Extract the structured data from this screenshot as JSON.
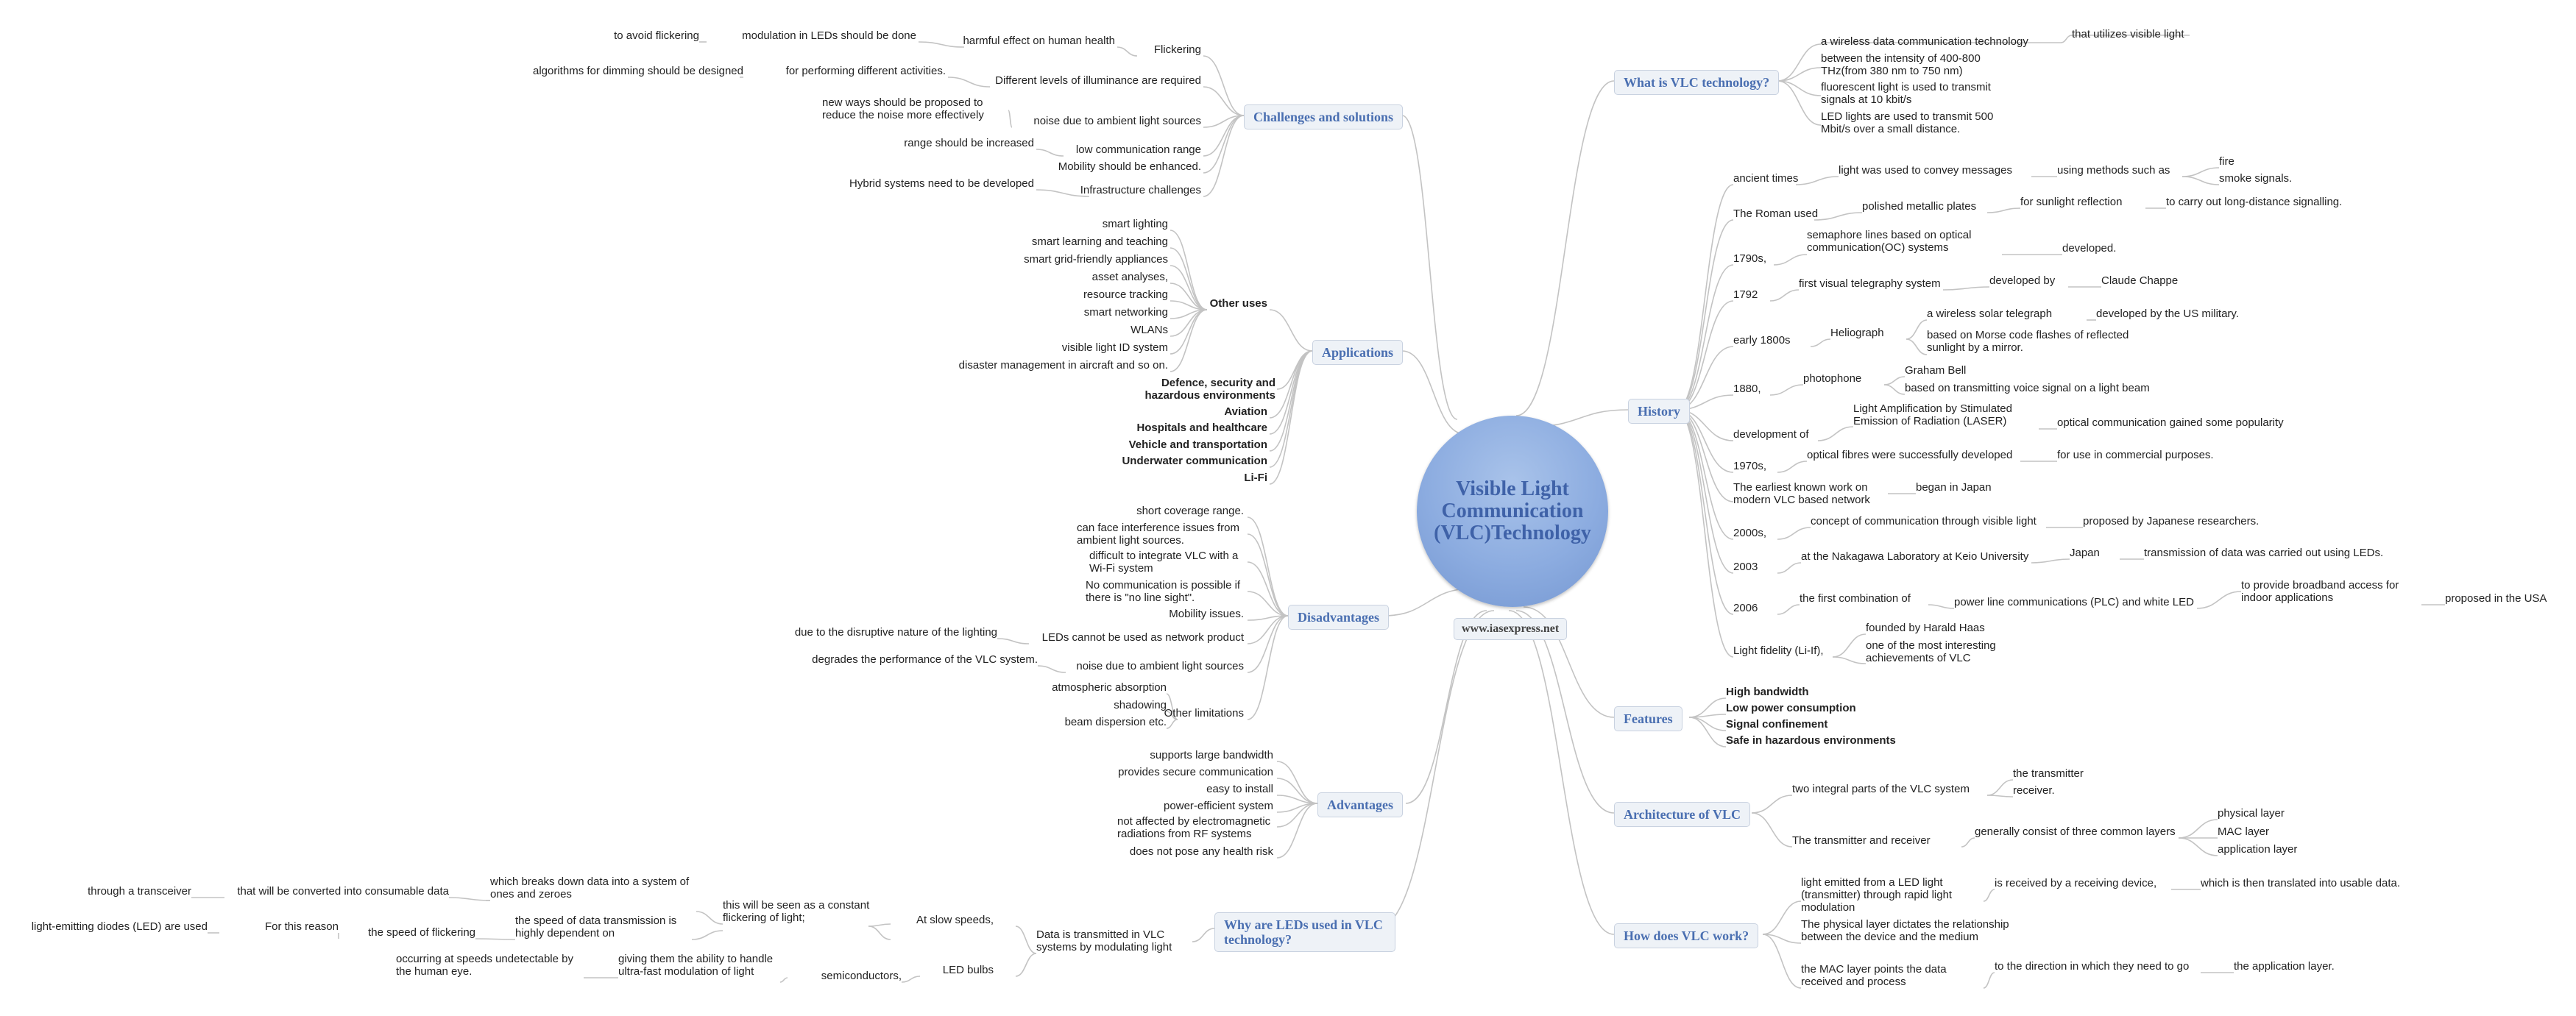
{
  "center": {
    "title": "Visible Light Communication (VLC)Technology",
    "site": "www.iasexpress.net"
  },
  "branches": {
    "what_is": "What is VLC technology?",
    "history": "History",
    "features": "Features",
    "architecture": "Architecture of VLC",
    "how_work": "How does VLC work?",
    "why_leds": "Why are LEDs used in VLC technology?",
    "advantages": "Advantages",
    "disadvantages": "Disadvantages",
    "applications": "Applications",
    "challenges": "Challenges and solutions"
  },
  "nodes": {
    "what1": "a wireless data communication technology",
    "what1a": "that utilizes visible light",
    "what2": "between the intensity of 400-800 THz(from 380 nm to 750 nm)",
    "what3": "fluorescent light is used to transmit signals at 10 kbit/s",
    "what4": "LED lights are used to transmit 500 Mbit/s over a small distance.",
    "h_ancient": "ancient times",
    "h_ancient1": "light was used to convey messages",
    "h_ancient2": "using methods such as",
    "h_fire": "fire",
    "h_smoke": "smoke signals.",
    "h_roman": "The Roman used",
    "h_roman1": "polished metallic plates",
    "h_roman2": "for sunlight reflection",
    "h_roman3": "to carry out long-distance signalling.",
    "h_1790": "1790s,",
    "h_1790a": "semaphore lines based on optical communication(OC) systems",
    "h_1790b": "developed.",
    "h_1792": "1792",
    "h_1792a": "first visual telegraphy system",
    "h_1792b": "developed by",
    "h_1792c": "Claude Chappe",
    "h_1800": "early 1800s",
    "h_helio": "Heliograph",
    "h_helio1": "a wireless solar telegraph",
    "h_helio1a": "developed by the US military.",
    "h_helio2": "based on Morse code flashes of reflected sunlight by a mirror.",
    "h_1880": "1880,",
    "h_photo": "photophone",
    "h_photo1": "Graham Bell",
    "h_photo2": "based on transmitting voice signal on a light beam",
    "h_devof": "development of",
    "h_laser": "Light Amplification by Stimulated Emission of Radiation (LASER)",
    "h_laser2": "optical communication gained some popularity",
    "h_1970": "1970s,",
    "h_1970a": "optical fibres were successfully developed",
    "h_1970b": "for use in commercial purposes.",
    "h_earliest": "The earliest known work on modern VLC based network",
    "h_earliest2": "began in Japan",
    "h_2000": "2000s,",
    "h_2000a": "concept of communication through visible light",
    "h_2000b": "proposed by Japanese researchers.",
    "h_2003": "2003",
    "h_2003a": "at the Nakagawa Laboratory at Keio University",
    "h_2003b": "Japan",
    "h_2003c": "transmission of data was carried out using LEDs.",
    "h_2006": "2006",
    "h_2006a": "the first combination of",
    "h_2006b": "power line communications (PLC) and white LED",
    "h_2006c": "to provide broadband access for indoor applications",
    "h_2006d": "proposed in the USA",
    "h_lifi": "Light fidelity (Li-If),",
    "h_lifi1": "founded by Harald Haas",
    "h_lifi2": "one of the most interesting achievements of VLC",
    "f1": "High bandwidth",
    "f2": "Low power consumption",
    "f3": "Signal confinement",
    "f4": "Safe in hazardous environments",
    "a1": "two integral parts of the VLC system",
    "a1a": "the transmitter",
    "a1b": "receiver.",
    "a2": "The transmitter and receiver",
    "a2a": "generally consist of three common layers",
    "a_phy": "physical layer",
    "a_mac": "MAC layer",
    "a_app": "application layer",
    "w1": "light emitted from a LED light (transmitter) through rapid light modulation",
    "w1a": "is received by a receiving device,",
    "w1b": "which is then translated into usable data.",
    "w2": "The physical layer dictates the relationship between the device and the medium",
    "w3": "the MAC layer points the data received and process",
    "w3a": "to the direction in which they need to go",
    "w3b": "the application layer.",
    "l_data": "Data is transmitted in VLC systems by modulating light",
    "l_slow": "At slow speeds,",
    "l_constant": "this will be seen as a constant flickering of light;",
    "l_break": "which breaks down data into a system of ones and zeroes",
    "l_conv": "that will be converted into consumable data",
    "l_trans": "through a transceiver",
    "l_speed": "the speed of data transmission is highly dependent on",
    "l_flick": "the speed of flickering",
    "l_reason": "For this reason",
    "l_ledused": "light-emitting diodes (LED) are used",
    "l_bulbs": "LED bulbs",
    "l_semi": "semiconductors,",
    "l_ability": "giving them the ability to handle ultra-fast modulation of light",
    "l_undet": "occurring at speeds undetectable by the human eye.",
    "adv1": "supports large bandwidth",
    "adv2": "provides secure communication",
    "adv3": "easy to install",
    "adv4": "power-efficient system",
    "adv5": "not affected by electromagnetic radiations from RF systems",
    "adv6": "does not pose any health risk",
    "d1": "short coverage range.",
    "d2": "can face interference issues from ambient light sources.",
    "d3": "difficult to integrate VLC with a Wi-Fi system",
    "d4": "No communication is possible if there is \"no line sight\".",
    "d5": "Mobility issues.",
    "d6": "LEDs cannot be used as network product",
    "d6a": "due to the disruptive nature of the lighting",
    "d7": "noise due to ambient light sources",
    "d7a": "degrades the performance of the VLC system.",
    "d8": "Other limitations",
    "d8a": "atmospheric absorption",
    "d8b": "shadowing",
    "d8c": "beam dispersion etc.",
    "ap_other": "Other uses",
    "ap_o1": "smart lighting",
    "ap_o2": "smart learning and teaching",
    "ap_o3": "smart grid-friendly appliances",
    "ap_o4": "asset analyses,",
    "ap_o5": "resource tracking",
    "ap_o6": "smart networking",
    "ap_o7": "WLANs",
    "ap_o8": "visible light ID system",
    "ap_o9": "disaster management in aircraft and so on.",
    "ap_def": "Defence, security and hazardous environments",
    "ap_av": "Aviation",
    "ap_hosp": "Hospitals and healthcare",
    "ap_veh": "Vehicle and transportation",
    "ap_uw": "Underwater communication",
    "ap_lifi": "Li-Fi",
    "c_flick": "Flickering",
    "c_flick1": "harmful effect on human health",
    "c_flick2": "modulation in LEDs should be done",
    "c_flick3": "to avoid flickering",
    "c_levels": "Different levels of illuminance are required",
    "c_levels1": "for performing different activities.",
    "c_levels2": "algorithms for dimming should be designed",
    "c_noise": "noise due to ambient light sources",
    "c_noise1": "new ways should be proposed to reduce the noise more effectively",
    "c_range": "low communication range",
    "c_range1": "range should be increased",
    "c_mob": "Mobility should be enhanced.",
    "c_infra": "Infrastructure challenges",
    "c_infra1": "Hybrid systems need to be developed"
  }
}
